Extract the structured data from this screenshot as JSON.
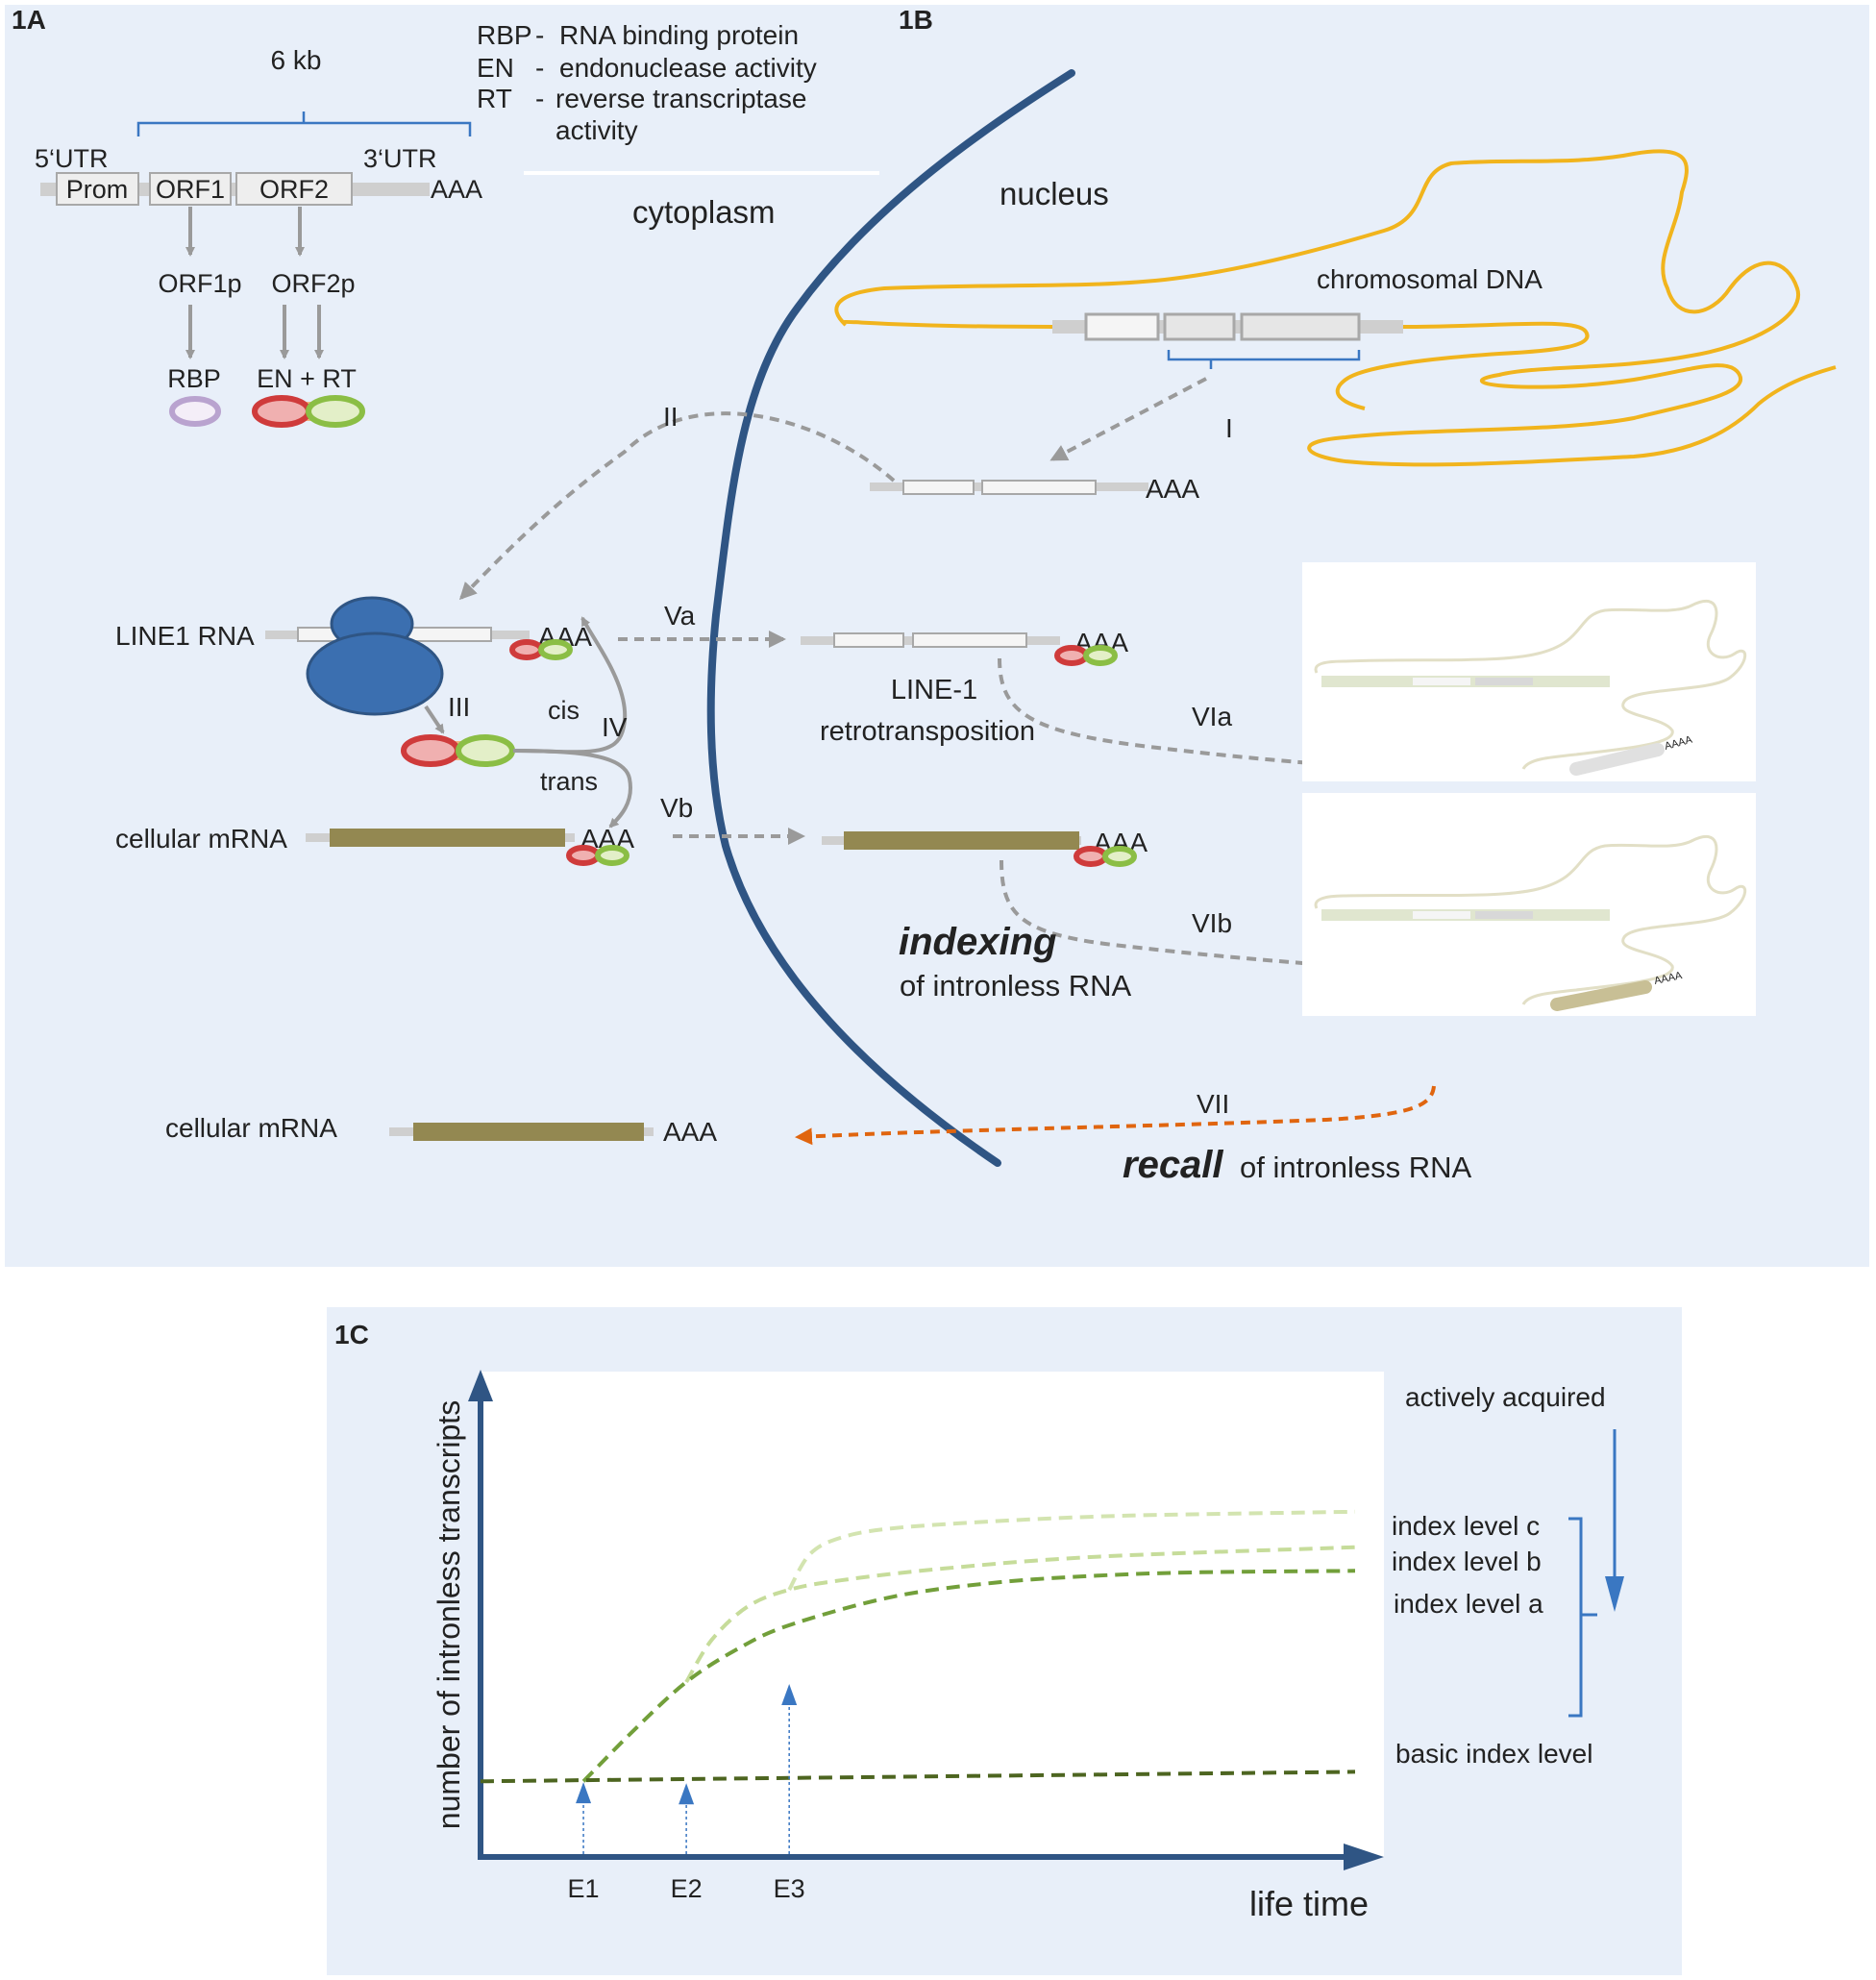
{
  "panel_1a": {
    "tag": "1A",
    "length_label": "6 kb",
    "legend": [
      {
        "abbr": "RBP",
        "dash": "-",
        "text": "RNA binding protein"
      },
      {
        "abbr": "EN",
        "dash": "-",
        "text": "endonuclease activity"
      },
      {
        "abbr": "RT",
        "dash": "-",
        "text": "reverse transcriptase"
      },
      {
        "abbr": "",
        "dash": "",
        "text": "activity"
      }
    ],
    "utr5": "5‘UTR",
    "utr3": "3‘UTR",
    "prom": "Prom",
    "orf1": "ORF1",
    "orf2": "ORF2",
    "polya": "AAA",
    "orf1p": "ORF1p",
    "orf2p": "ORF2p",
    "rbp": "RBP",
    "en_rt": "EN + RT"
  },
  "panel_1b": {
    "tag": "1B",
    "cytoplasm": "cytoplasm",
    "nucleus": "nucleus",
    "chromosomal_dna": "chromosomal DNA",
    "step_i": "I",
    "step_ii": "II",
    "step_iii": "III",
    "step_iv": "IV",
    "step_va": "Va",
    "step_vb": "Vb",
    "step_via": "VIa",
    "step_vib": "VIb",
    "step_vii": "VII",
    "cis": "cis",
    "trans": "trans",
    "line1_rna": "LINE1 RNA",
    "cellular_mrna": "cellular mRNA",
    "cellular_mrna_2": "cellular mRNA",
    "polya": "AAA",
    "polya_small": "AAAA",
    "retro_line1": "LINE-1",
    "retro_word": "retrotransposition",
    "indexing": "indexing",
    "indexing_sub": "of intronless RNA",
    "recall": "recall",
    "recall_sub": "of intronless RNA"
  },
  "panel_1c": {
    "tag": "1C",
    "actively_acquired": "actively acquired",
    "level_c": "index level c",
    "level_b": "index level b",
    "level_a": "index level a",
    "basic_level": "basic index level"
  },
  "colors": {
    "panel_bg": "#e8eff9",
    "membrane": "#2f5584",
    "dna_yellow": "#f1b41d",
    "mrna_olive": "#938851",
    "ribosome": "#3b6fb0",
    "en_red": "#cf3b3b",
    "rt_green": "#8bbe45",
    "rbp_purple": "#b9a3cf",
    "recall_orange": "#e0650f",
    "curve_dark": "#4d6520",
    "curve_mid": "#729f3a",
    "curve_light": "#c6dc9a",
    "bracket_blue": "#3a77c2",
    "gray_arrow": "#9a9a9a"
  },
  "chart_data": {
    "type": "line",
    "title": "",
    "xlabel": "life time",
    "ylabel": "number of intronless transcripts",
    "x_ticks": [
      "E1",
      "E2",
      "E3"
    ],
    "x_tick_positions": [
      1,
      2,
      3
    ],
    "xlim": [
      0,
      8.5
    ],
    "ylim": [
      0,
      10
    ],
    "grid": false,
    "events": [
      {
        "label": "E1",
        "x": 1
      },
      {
        "label": "E2",
        "x": 2
      },
      {
        "label": "E3",
        "x": 3
      }
    ],
    "series": [
      {
        "name": "basic index level",
        "style": "dashed",
        "color": "#4d6520",
        "x": [
          0,
          8.5
        ],
        "y": [
          1.6,
          1.8
        ]
      },
      {
        "name": "index level a",
        "style": "dashed",
        "color": "#729f3a",
        "x": [
          1,
          1.5,
          2,
          2.5,
          3,
          4,
          5,
          6,
          7,
          8.5
        ],
        "y": [
          1.6,
          2.7,
          3.7,
          4.4,
          4.9,
          5.5,
          5.8,
          5.95,
          6.02,
          6.05
        ]
      },
      {
        "name": "index level b",
        "style": "dashed",
        "color": "#c6dc9a",
        "x": [
          2,
          2.25,
          2.6,
          3,
          3.5,
          4.5,
          6,
          8.5
        ],
        "y": [
          3.7,
          4.6,
          5.3,
          5.65,
          5.85,
          6.1,
          6.35,
          6.55
        ]
      },
      {
        "name": "index level c",
        "style": "dashed",
        "color": "#d3e4b0",
        "x": [
          3,
          3.2,
          3.5,
          4,
          5,
          6,
          7,
          8.5
        ],
        "y": [
          5.65,
          6.4,
          6.75,
          6.95,
          7.1,
          7.2,
          7.25,
          7.3
        ]
      }
    ]
  }
}
